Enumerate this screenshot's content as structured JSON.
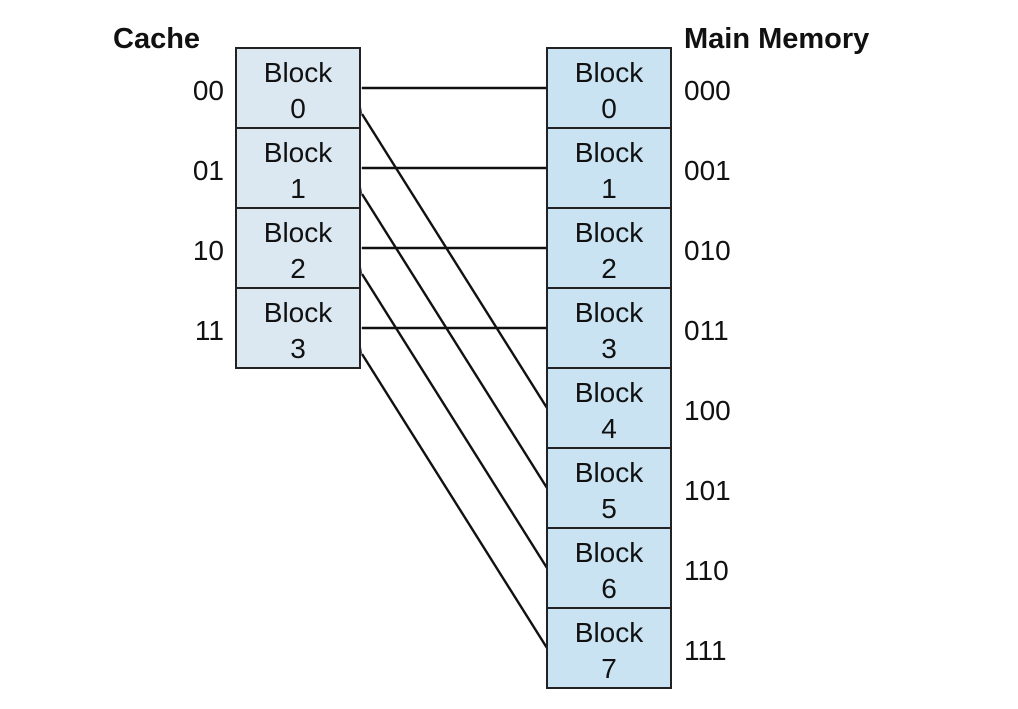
{
  "cache": {
    "title": "Cache",
    "fill": "#dbe8f1",
    "blocks": [
      {
        "addr": "00",
        "label": "Block",
        "num": "0"
      },
      {
        "addr": "01",
        "label": "Block",
        "num": "1"
      },
      {
        "addr": "10",
        "label": "Block",
        "num": "2"
      },
      {
        "addr": "11",
        "label": "Block",
        "num": "3"
      }
    ]
  },
  "memory": {
    "title": "Main Memory",
    "fill": "#c9e3f2",
    "blocks": [
      {
        "addr": "000",
        "label": "Block",
        "num": "0",
        "maps_to": 0
      },
      {
        "addr": "001",
        "label": "Block",
        "num": "1",
        "maps_to": 1
      },
      {
        "addr": "010",
        "label": "Block",
        "num": "2",
        "maps_to": 2
      },
      {
        "addr": "011",
        "label": "Block",
        "num": "3",
        "maps_to": 3
      },
      {
        "addr": "100",
        "label": "Block",
        "num": "4",
        "maps_to": 0
      },
      {
        "addr": "101",
        "label": "Block",
        "num": "5",
        "maps_to": 1
      },
      {
        "addr": "110",
        "label": "Block",
        "num": "6",
        "maps_to": 2
      },
      {
        "addr": "111",
        "label": "Block",
        "num": "7",
        "maps_to": 3
      }
    ]
  },
  "colors": {
    "line": "#111111",
    "border": "#222222"
  }
}
